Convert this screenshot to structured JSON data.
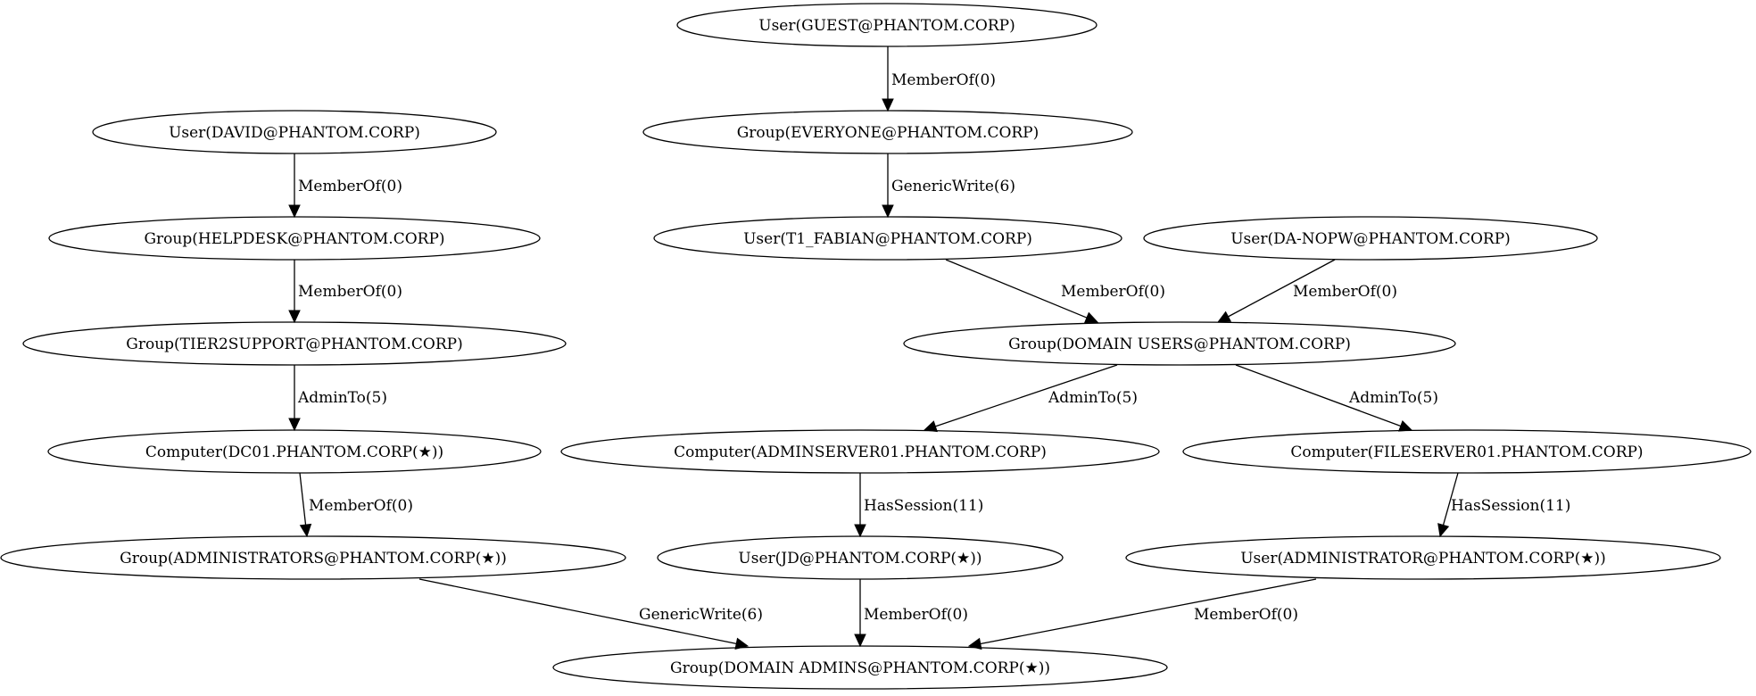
{
  "graph": {
    "type": "directed-attack-path",
    "nodes": [
      {
        "id": "guest",
        "label": "User(GUEST@PHANTOM.CORP)",
        "kind": "User"
      },
      {
        "id": "everyone",
        "label": "Group(EVERYONE@PHANTOM.CORP)",
        "kind": "Group"
      },
      {
        "id": "david",
        "label": "User(DAVID@PHANTOM.CORP)",
        "kind": "User"
      },
      {
        "id": "helpdesk",
        "label": "Group(HELPDESK@PHANTOM.CORP)",
        "kind": "Group"
      },
      {
        "id": "tier2support",
        "label": "Group(TIER2SUPPORT@PHANTOM.CORP)",
        "kind": "Group"
      },
      {
        "id": "dc01",
        "label": "Computer(DC01.PHANTOM.CORP(★))",
        "kind": "Computer"
      },
      {
        "id": "administrators",
        "label": "Group(ADMINISTRATORS@PHANTOM.CORP(★))",
        "kind": "Group"
      },
      {
        "id": "t1fabian",
        "label": "User(T1_FABIAN@PHANTOM.CORP)",
        "kind": "User"
      },
      {
        "id": "danopw",
        "label": "User(DA-NOPW@PHANTOM.CORP)",
        "kind": "User"
      },
      {
        "id": "domainusers",
        "label": "Group(DOMAIN USERS@PHANTOM.CORP)",
        "kind": "Group"
      },
      {
        "id": "adminserver01",
        "label": "Computer(ADMINSERVER01.PHANTOM.CORP)",
        "kind": "Computer"
      },
      {
        "id": "fileserver01",
        "label": "Computer(FILESERVER01.PHANTOM.CORP)",
        "kind": "Computer"
      },
      {
        "id": "jd",
        "label": "User(JD@PHANTOM.CORP(★))",
        "kind": "User"
      },
      {
        "id": "administrator",
        "label": "User(ADMINISTRATOR@PHANTOM.CORP(★))",
        "kind": "User"
      },
      {
        "id": "domainadmins",
        "label": "Group(DOMAIN ADMINS@PHANTOM.CORP(★))",
        "kind": "Group"
      }
    ],
    "edges": [
      {
        "from": "guest",
        "to": "everyone",
        "label": "MemberOf(0)"
      },
      {
        "from": "everyone",
        "to": "t1fabian",
        "label": "GenericWrite(6)"
      },
      {
        "from": "david",
        "to": "helpdesk",
        "label": "MemberOf(0)"
      },
      {
        "from": "helpdesk",
        "to": "tier2support",
        "label": "MemberOf(0)"
      },
      {
        "from": "tier2support",
        "to": "dc01",
        "label": "AdminTo(5)"
      },
      {
        "from": "dc01",
        "to": "administrators",
        "label": "MemberOf(0)"
      },
      {
        "from": "administrators",
        "to": "domainadmins",
        "label": "GenericWrite(6)"
      },
      {
        "from": "t1fabian",
        "to": "domainusers",
        "label": "MemberOf(0)"
      },
      {
        "from": "danopw",
        "to": "domainusers",
        "label": "MemberOf(0)"
      },
      {
        "from": "domainusers",
        "to": "adminserver01",
        "label": "AdminTo(5)"
      },
      {
        "from": "domainusers",
        "to": "fileserver01",
        "label": "AdminTo(5)"
      },
      {
        "from": "adminserver01",
        "to": "jd",
        "label": "HasSession(11)"
      },
      {
        "from": "fileserver01",
        "to": "administrator",
        "label": "HasSession(11)"
      },
      {
        "from": "jd",
        "to": "domainadmins",
        "label": "MemberOf(0)"
      },
      {
        "from": "administrator",
        "to": "domainadmins",
        "label": "MemberOf(0)"
      }
    ]
  }
}
